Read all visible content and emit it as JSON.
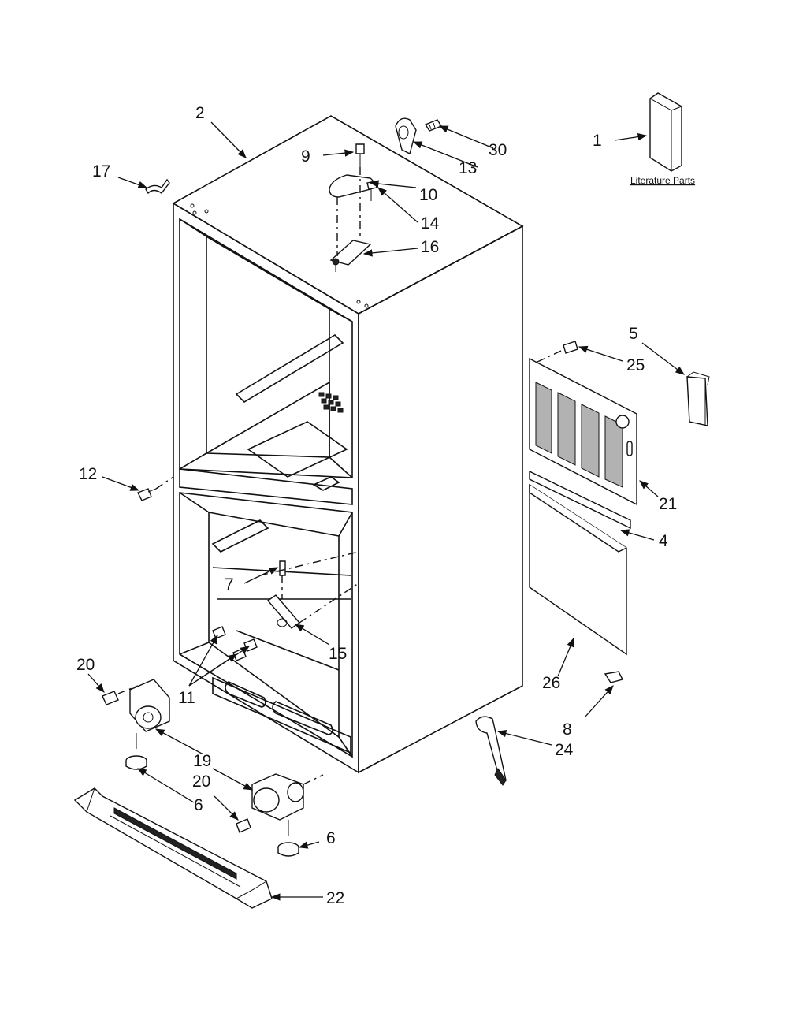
{
  "diagram": {
    "literature_label": "Literature Parts",
    "callouts": [
      {
        "id": "c1",
        "label": "1"
      },
      {
        "id": "c2",
        "label": "2"
      },
      {
        "id": "c4",
        "label": "4"
      },
      {
        "id": "c5",
        "label": "5"
      },
      {
        "id": "c6a",
        "label": "6"
      },
      {
        "id": "c6b",
        "label": "6"
      },
      {
        "id": "c7",
        "label": "7"
      },
      {
        "id": "c8",
        "label": "8"
      },
      {
        "id": "c9",
        "label": "9"
      },
      {
        "id": "c10",
        "label": "10"
      },
      {
        "id": "c11",
        "label": "11"
      },
      {
        "id": "c12",
        "label": "12"
      },
      {
        "id": "c13",
        "label": "13"
      },
      {
        "id": "c14",
        "label": "14"
      },
      {
        "id": "c15",
        "label": "15"
      },
      {
        "id": "c16",
        "label": "16"
      },
      {
        "id": "c17",
        "label": "17"
      },
      {
        "id": "c19",
        "label": "19"
      },
      {
        "id": "c20a",
        "label": "20"
      },
      {
        "id": "c20b",
        "label": "20"
      },
      {
        "id": "c21",
        "label": "21"
      },
      {
        "id": "c22",
        "label": "22"
      },
      {
        "id": "c24",
        "label": "24"
      },
      {
        "id": "c25",
        "label": "25"
      },
      {
        "id": "c26",
        "label": "26"
      },
      {
        "id": "c30",
        "label": "30"
      }
    ]
  }
}
